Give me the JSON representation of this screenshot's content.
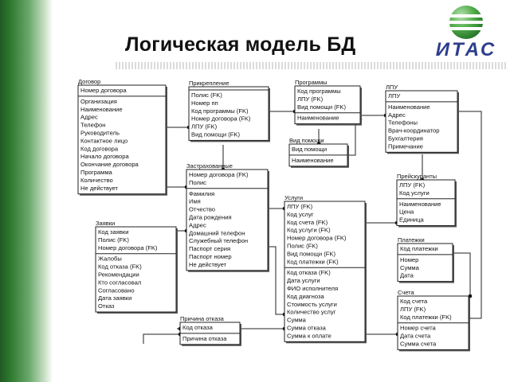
{
  "slide": {
    "title": "Логическая модель БД",
    "logo_text": "ИТАС",
    "brand_green": "#2e7a30",
    "logo_color": "#2d3e8c"
  },
  "entities": {
    "dogovor": {
      "name": "Договор",
      "key": [
        "Номер договора"
      ],
      "attrs": [
        "Организация",
        "Наименование",
        "Адрес",
        "Телефон",
        "Руководитель",
        "Контактное лицо",
        "Код договора",
        "Начало договора",
        "Окончание договора",
        "Программа",
        "Количество",
        "Не действует"
      ]
    },
    "prikreplenie": {
      "name": "Прикрепление",
      "key": [],
      "attrs": [
        "Полис (FK)",
        "Номер пп",
        "Код программы (FK)",
        "Номер договора (FK)",
        "ЛПУ (FK)",
        "Вид помощи (FK)"
      ]
    },
    "programmy": {
      "name": "Программы",
      "key": [
        "Код программы",
        "ЛПУ (FK)",
        "Вид помощи (FK)"
      ],
      "attrs": [
        "Наименование"
      ]
    },
    "lpu": {
      "name": "ЛПУ",
      "key": [
        "ЛПУ"
      ],
      "attrs": [
        "Наименование",
        "Адрес",
        "Телефоны",
        "Врач-координатор",
        "Бухгалтерия",
        "Примечание"
      ]
    },
    "vid_pomoshchi": {
      "name": "Вид помощи",
      "key": [
        "Вид помощи"
      ],
      "attrs": [
        "Наименование"
      ]
    },
    "zastrakhovannye": {
      "name": "Застрахованные",
      "key": [
        "Номер договора (FK)",
        "Полис"
      ],
      "attrs": [
        "Фамилия",
        "Имя",
        "Отчество",
        "Дата рождения",
        "Адрес",
        "Домашний телефон",
        "Служебный телефон",
        "Паспорт серия",
        "Паспорт номер",
        "Не действует"
      ]
    },
    "preyskuranty": {
      "name": "Прейскуранты",
      "key": [
        "ЛПУ (FK)",
        "Код услуги"
      ],
      "attrs": [
        "Наименование",
        "Цена",
        "Единица"
      ]
    },
    "uslugi": {
      "name": "Услуги",
      "key": [
        "ЛПУ (FK)",
        "Код услуг",
        "Код счета (FK)",
        "Код услуги (FK)",
        "Номер договора (FK)",
        "Полис (FK)",
        "Вид помощи (FK)",
        "Код платежки (FK)"
      ],
      "attrs": [
        "Код отказа (FK)",
        "Дата услуги",
        "ФИО исполнителя",
        "Код диагноза",
        "Стоимость услуги",
        "Количество услуг",
        "Сумма",
        "Сумма отказа",
        "Сумма к оплате"
      ]
    },
    "zayavki": {
      "name": "Заявки",
      "key": [
        "Код заявки",
        "Полис (FK)",
        "Номер договора (FK)"
      ],
      "attrs": [
        "Жалобы",
        "Код отказа (FK)",
        "Рекомендации",
        "Кто согласовал",
        "Согласовано",
        "Дата заявки",
        "Отказ"
      ]
    },
    "platezhki": {
      "name": "Платежки",
      "key": [
        "Код платежки"
      ],
      "attrs": [
        "Номер",
        "Сумма",
        "Дата"
      ]
    },
    "prichina_otkaza": {
      "name": "Причина отказа",
      "key": [
        "Код отказа"
      ],
      "attrs": [
        "Причина отказа"
      ]
    },
    "scheta": {
      "name": "Счета",
      "key": [
        "Код счета",
        "ЛПУ (FK)",
        "Код платежки (FK)"
      ],
      "attrs": [
        "Номер счета",
        "Дата счета",
        "Сумма счета"
      ]
    }
  }
}
